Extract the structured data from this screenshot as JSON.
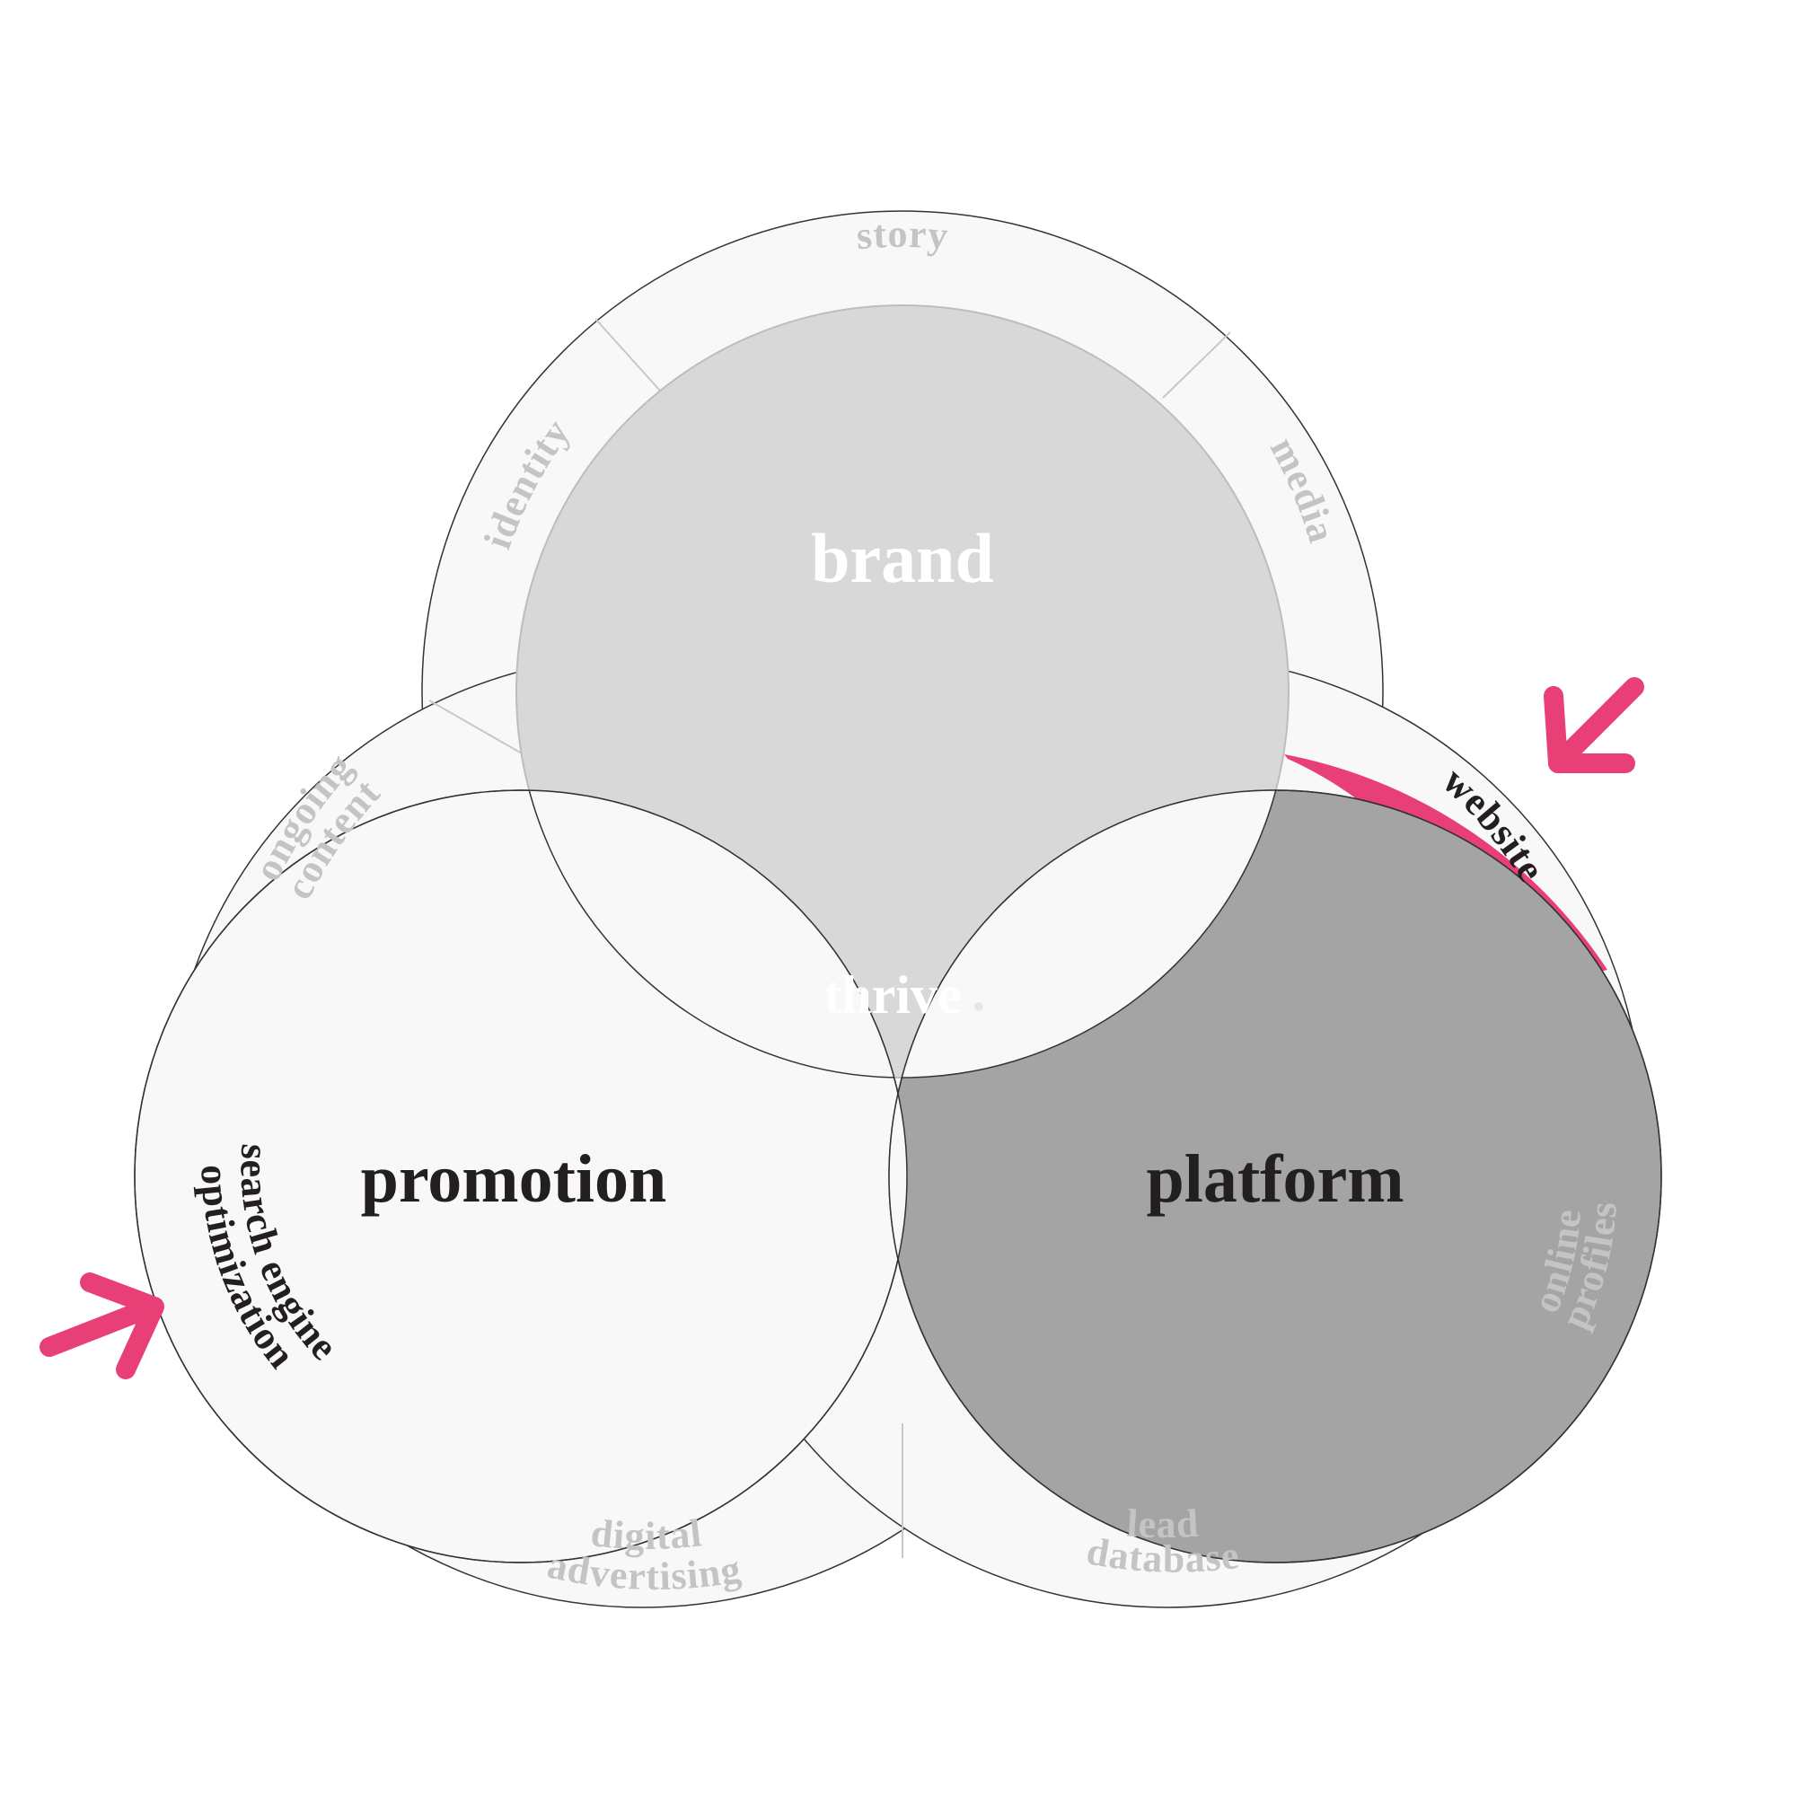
{
  "center": {
    "label": "thrive"
  },
  "circles": {
    "brand": {
      "label": "brand"
    },
    "promotion": {
      "label": "promotion"
    },
    "platform": {
      "label": "platform"
    }
  },
  "ring_labels": {
    "story": "story",
    "media": "media",
    "identity": "identity",
    "ongoing_content_1": "ongoing",
    "ongoing_content_2": "content",
    "seo_1": "search engine",
    "seo_2": "optimization",
    "digital_1": "digital",
    "digital_2": "advertising",
    "lead_1": "lead",
    "lead_2": "database",
    "online_1": "online",
    "online_2": "profiles",
    "website": "website"
  },
  "colors": {
    "background": "#ffffff",
    "ring_fill": "#f8f8f8",
    "outline": "#333333",
    "divider": "#c8c8c8",
    "brand_fill": "#d8d8d8",
    "platform_fill": "#a4a4a4",
    "center_fill": "#bdbdbd",
    "highlight": "#e83f77",
    "text_dark": "#231f20",
    "text_light": "#c4c4c4",
    "text_white": "#ffffff"
  },
  "highlighted_segments": [
    "search engine optimization",
    "website"
  ],
  "icons": [
    "arrow-right-icon",
    "arrow-down-left-icon"
  ]
}
